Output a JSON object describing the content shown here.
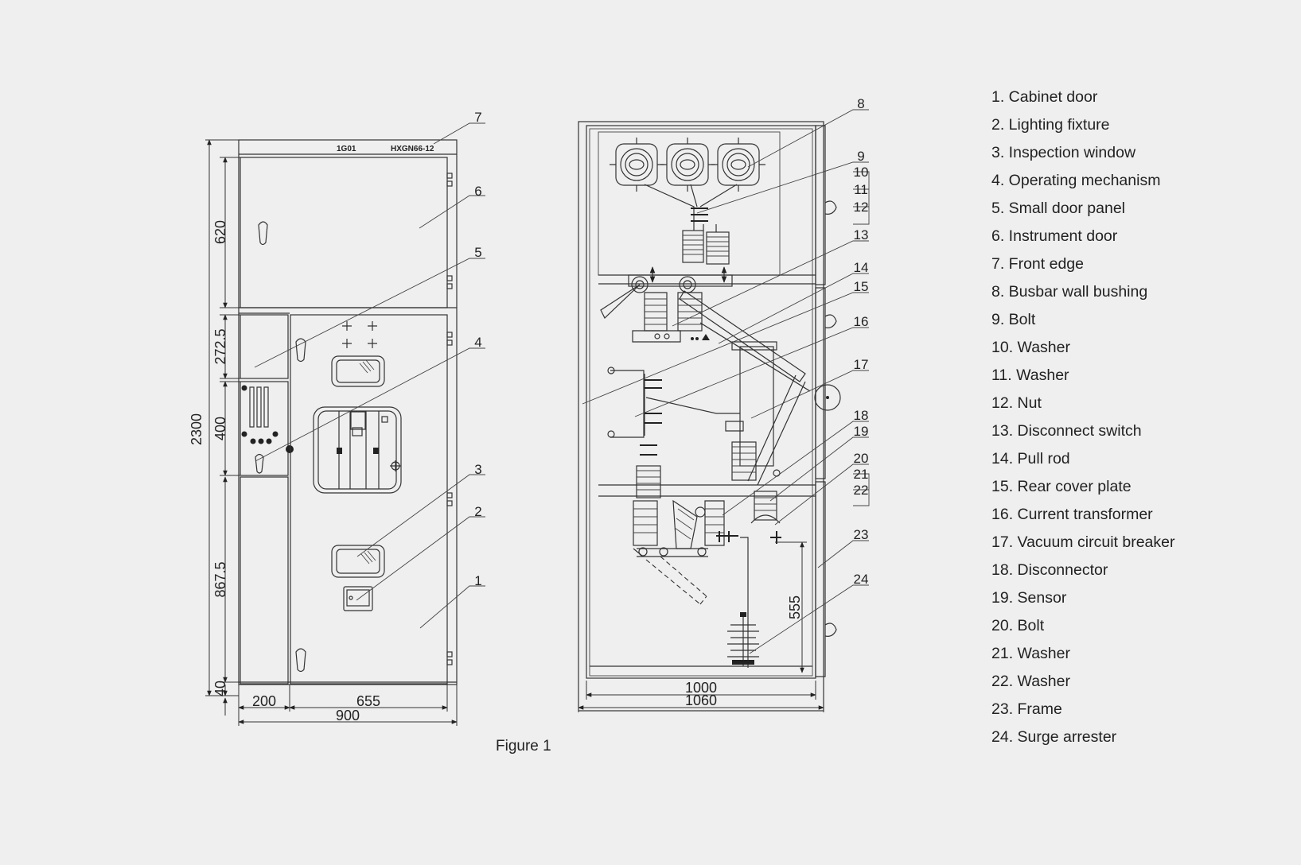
{
  "caption": "Figure 1",
  "front_view": {
    "nameplate": {
      "code": "1G01",
      "model": "HXGN66-12"
    },
    "dimensions": {
      "total_height": "2300",
      "upper": "620",
      "mid1": "272.5",
      "mid2": "400",
      "lower": "867.5",
      "base": "40",
      "left_width": "200",
      "right_width": "655",
      "total_width": "900"
    },
    "callouts": [
      "7",
      "6",
      "5",
      "4",
      "3",
      "2",
      "1"
    ]
  },
  "side_view": {
    "dimensions": {
      "inner_width": "1000",
      "outer_width": "1060",
      "arrester_height": "555"
    },
    "callouts": [
      "8",
      "9",
      "10",
      "11",
      "12",
      "13",
      "14",
      "15",
      "16",
      "17",
      "18",
      "19",
      "20",
      "21",
      "22",
      "23",
      "24"
    ]
  },
  "legend": [
    "1. Cabinet door",
    "2. Lighting fixture",
    "3. Inspection window",
    "4. Operating mechanism",
    "5. Small door panel",
    "6. Instrument door",
    "7. Front edge",
    "8. Busbar wall bushing",
    "9. Bolt",
    "10. Washer",
    "11. Washer",
    "12. Nut",
    "13. Disconnect switch",
    "14. Pull rod",
    "15. Rear cover plate",
    "16. Current transformer",
    "17. Vacuum circuit breaker",
    "18. Disconnector",
    "19. Sensor",
    "20. Bolt",
    "21. Washer",
    "22. Washer",
    "23. Frame",
    "24. Surge arrester"
  ]
}
